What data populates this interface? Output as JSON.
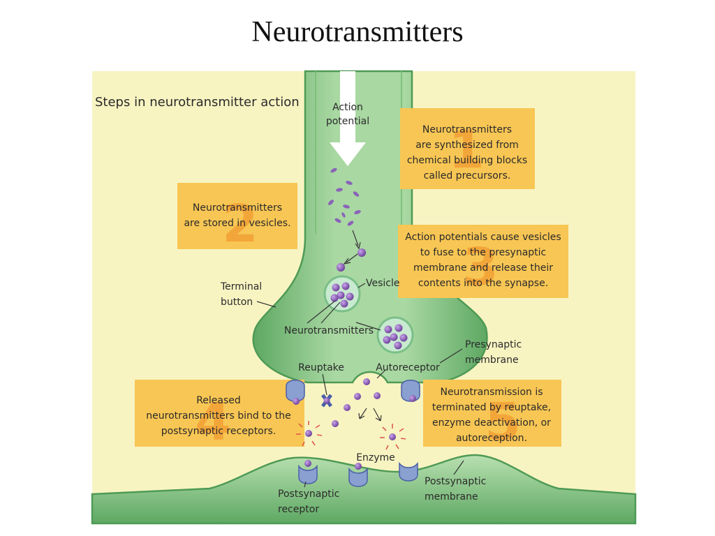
{
  "title": "Neurotransmitters",
  "heading": "Steps in neurotransmitter action",
  "steps": [
    {
      "number": "1",
      "lines": [
        "Neurotransmitters",
        "are synthesized from",
        "chemical building blocks",
        "called precursors."
      ]
    },
    {
      "number": "2",
      "lines": [
        "Neurotransmitters",
        "are stored in vesicles."
      ]
    },
    {
      "number": "3",
      "lines": [
        "Action potentials cause vesicles",
        "to fuse to the presynaptic",
        "membrane and release their",
        "contents into the synapse."
      ]
    },
    {
      "number": "4",
      "lines": [
        "Released",
        "neurotransmitters bind to the",
        "postsynaptic receptors."
      ]
    },
    {
      "number": "5",
      "lines": [
        "Neurotransmission is",
        "terminated by reuptake,",
        "enzyme deactivation, or",
        "autoreception."
      ]
    }
  ],
  "labels": {
    "action_potential": [
      "Action",
      "potential"
    ],
    "terminal_button": [
      "Terminal",
      "button"
    ],
    "vesicle": "Vesicle",
    "neurotransmitters": "Neurotransmitters",
    "reuptake": "Reuptake",
    "autoreceptor": "Autoreceptor",
    "presynaptic_membrane": [
      "Presynaptic",
      "membrane"
    ],
    "enzyme": "Enzyme",
    "postsynaptic_receptor": [
      "Postsynaptic",
      "receptor"
    ],
    "postsynaptic_membrane": [
      "Postsynaptic",
      "membrane"
    ]
  },
  "colors": {
    "background": "#f8f4c2",
    "neuron": "#9fd19a",
    "neuron_dark": "#4e9a55",
    "step_box": "#f8c654",
    "step_number": "#f2a63a",
    "molecule": "#7a4ea8",
    "receptor": "#8aa0d0"
  }
}
